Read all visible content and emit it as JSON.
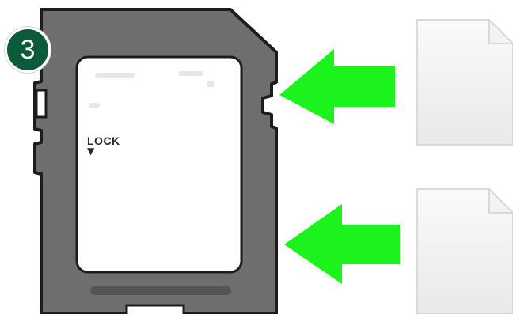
{
  "step_badge": {
    "number": "3",
    "color": "#0b5a3a"
  },
  "sd_card": {
    "lock_label": "LOCK",
    "lock_arrow_glyph": "▼",
    "body_color": "#6e6e6e",
    "label_color": "#ffffff"
  },
  "arrows": [
    {
      "name": "arrow-to-lock-switch",
      "color": "#1cf21c",
      "direction": "left"
    },
    {
      "name": "arrow-to-card-bottom",
      "color": "#1cf21c",
      "direction": "left"
    }
  ],
  "files": [
    {
      "name": "file-icon-top",
      "icon": "blank-document-icon"
    },
    {
      "name": "file-icon-bottom",
      "icon": "blank-document-icon"
    }
  ]
}
